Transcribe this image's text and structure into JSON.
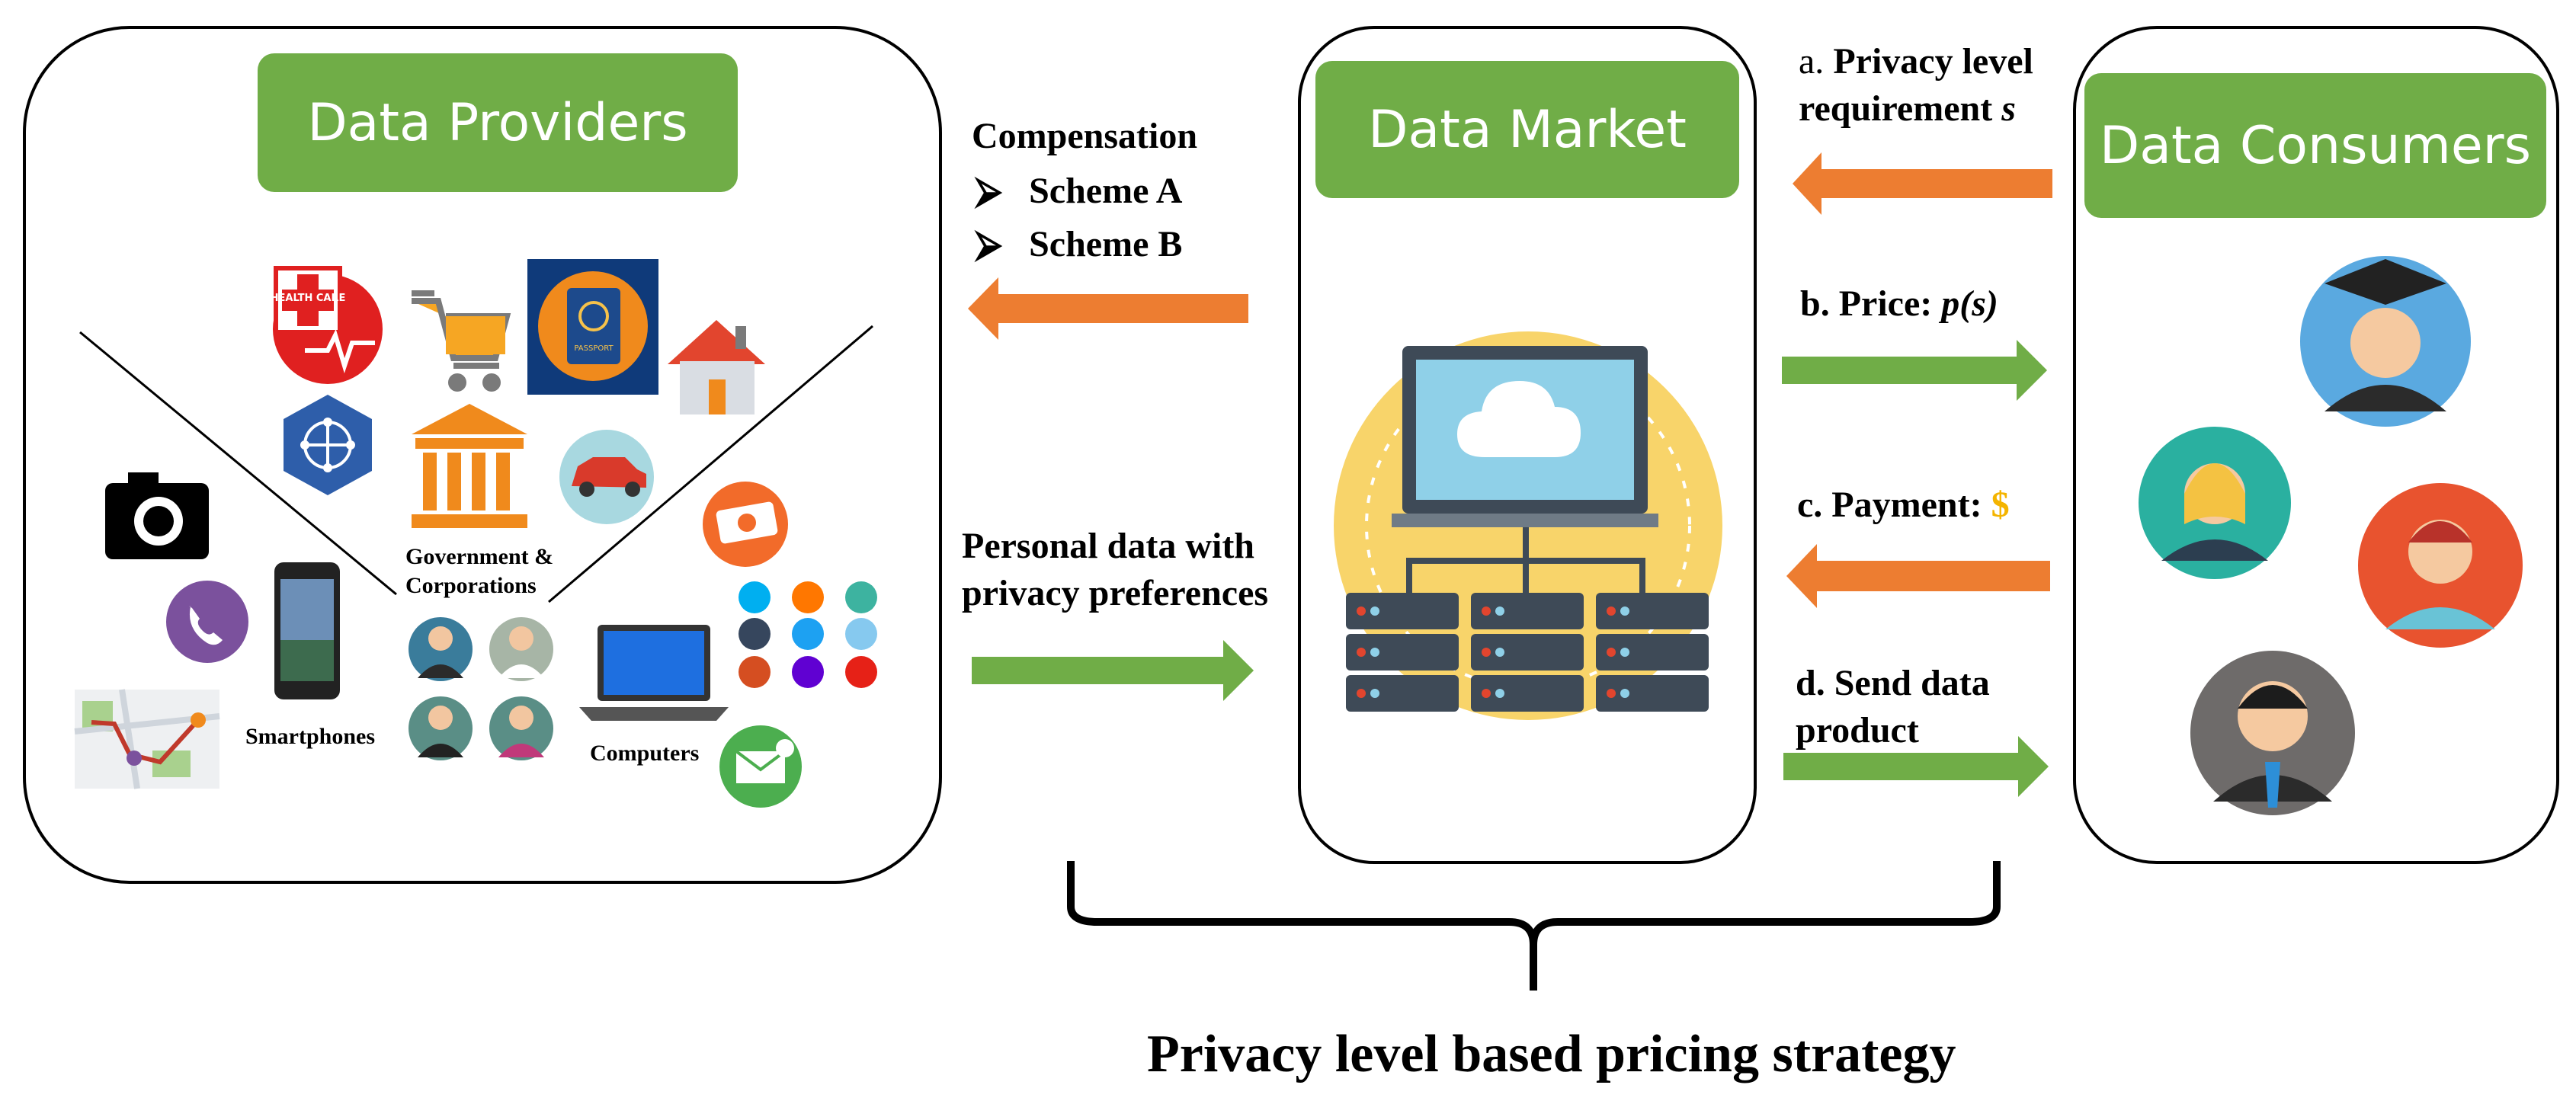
{
  "colors": {
    "green": "#70ad47",
    "orange": "#ed7d31",
    "yellow": "#f4b400"
  },
  "providers": {
    "title": "Data Providers",
    "government_label_1": "Government &",
    "government_label_2": "Corporations",
    "smartphones_label": "Smartphones",
    "computers_label": "Computers",
    "icons": [
      "health-care-icon",
      "shopping-cart-icon",
      "passport-icon",
      "house-icon",
      "network-icon",
      "government-building-icon",
      "car-icon",
      "camera-icon",
      "money-icon",
      "phone-call-icon",
      "smartphone-icon",
      "map-icon",
      "people-icons",
      "laptop-icon",
      "social-media-icons",
      "mail-icon"
    ],
    "health_care_text": "HEALTH CARE",
    "passport_text": "PASSPORT"
  },
  "compensation": {
    "title": "Compensation",
    "schemes": [
      "Scheme A",
      "Scheme B"
    ]
  },
  "personal_data": {
    "line1": "Personal data with",
    "line2": "privacy preferences"
  },
  "market": {
    "title": "Data Market"
  },
  "flows": {
    "a_prefix": "a. ",
    "a_line1": "Privacy level",
    "a_line2": "requirement ",
    "a_var": "s",
    "b_text": "b. Price: ",
    "b_math": "p(s)",
    "c_text": "c. Payment: ",
    "c_symbol": "$",
    "d_line1": "d. Send data",
    "d_line2": "product"
  },
  "consumers": {
    "title": "Data Consumers"
  },
  "bottom_label": "Privacy level based pricing strategy"
}
